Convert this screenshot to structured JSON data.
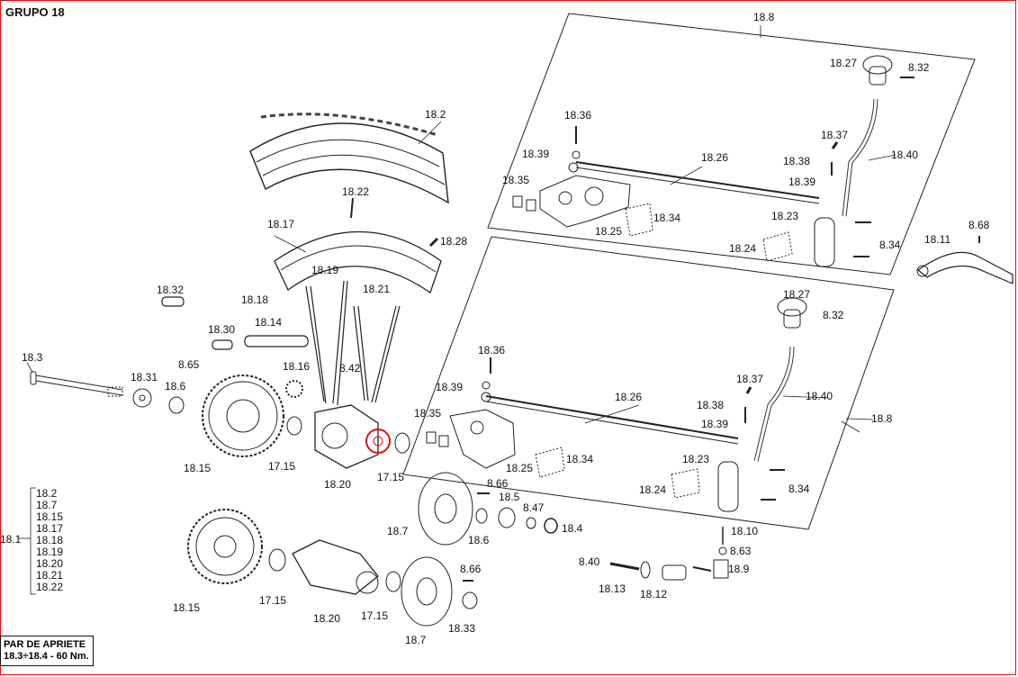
{
  "title": "GRUPO 18",
  "labels": {
    "u_18_8": "18.8",
    "u_18_27": "18.27",
    "u_8_32": "8.32",
    "u_18_36": "18.36",
    "u_18_37": "18.37",
    "u_18_39a": "18.39",
    "u_18_26": "18.26",
    "u_18_40": "18.40",
    "u_18_38": "18.38",
    "u_18_35": "18.35",
    "u_18_39b": "18.39",
    "u_18_34a": "18.34",
    "u_18_23": "18.23",
    "u_18_25": "18.25",
    "u_18_24": "18.24",
    "u_8_34": "8.34",
    "r_8_68": "8.68",
    "r_18_11": "18.11",
    "w_18_2": "18.2",
    "w_18_22": "18.22",
    "w_18_17": "18.17",
    "w_18_28": "18.28",
    "w_18_19": "18.19",
    "w_18_18": "18.18",
    "w_18_32": "18.32",
    "w_18_21": "18.21",
    "w_18_30": "18.30",
    "w_18_14": "18.14",
    "w_18_3": "18.3",
    "w_18_31": "18.31",
    "w_8_65": "8.65",
    "w_18_6": "18.6",
    "w_18_16": "18.16",
    "w_8_42": "8.42",
    "w_18_15": "18.15",
    "w_17_15a": "17.15",
    "w_18_20": "18.20",
    "w_17_15b": "17.15",
    "l_18_27": "18.27",
    "l_8_32": "8.32",
    "l_18_36": "18.36",
    "l_18_37": "18.37",
    "l_18_39a": "18.39",
    "l_18_26": "18.26",
    "l_18_40": "18.40",
    "l_18_38": "18.38",
    "l_18_8": "18.8",
    "l_18_35": "18.35",
    "l_18_39b": "18.39",
    "l_18_25": "18.25",
    "l_18_34a": "18.34",
    "l_18_23": "18.23",
    "l_18_24": "18.24",
    "l_8_34": "8.34",
    "h_8_66a": "8.66",
    "h_18_5": "18.5",
    "h_8_47": "8.47",
    "h_18_7a": "18.7",
    "h_18_6": "18.6",
    "h_18_4": "18.4",
    "h_18_10": "18.10",
    "h_8_63": "8.63",
    "h_8_40": "8.40",
    "h_18_9": "18.9",
    "h_18_13": "18.13",
    "h_18_12": "18.12",
    "b_18_15": "18.15",
    "b_17_15a": "17.15",
    "b_18_20": "18.20",
    "b_17_15b": "17.15",
    "b_8_66": "8.66",
    "b_18_7": "18.7",
    "b_18_33": "18.33"
  },
  "legend": {
    "key": "18.1",
    "items": [
      "18.2",
      "18.7",
      "18.15",
      "18.17",
      "18.18",
      "18.19",
      "18.20",
      "18.21",
      "18.22"
    ]
  },
  "torque": {
    "line1": "PAR DE APRIETE",
    "line2": "18.3÷18.4 - 60 Nm."
  },
  "colors": {
    "frame": "#e01010",
    "ink": "#111111",
    "highlight": "#e01010"
  }
}
